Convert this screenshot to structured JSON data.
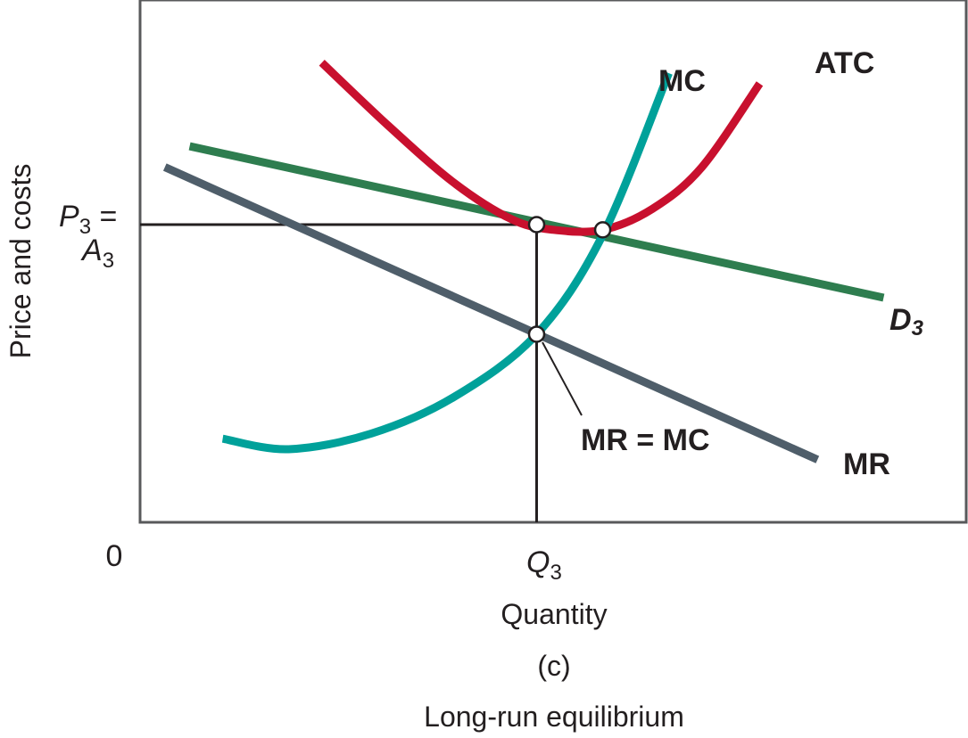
{
  "chart_data": {
    "type": "line",
    "title": "Long-run equilibrium",
    "panel_label": "(c)",
    "xlabel": "Quantity",
    "ylabel": "Price and costs",
    "origin_label": "0",
    "q_label": {
      "letter": "Q",
      "sub": "3"
    },
    "p_label": {
      "letter": "P",
      "sub": "3",
      "eq": " =",
      "letter2": "A",
      "sub2": "3"
    },
    "equilibrium_label": "MR = MC",
    "xlim": [
      0,
      10
    ],
    "ylim": [
      0,
      10
    ],
    "equilibrium": {
      "q": 4.8,
      "price": 5.7,
      "mr_mc": 3.6
    },
    "series": [
      {
        "name": "MC",
        "color": "#00a19a",
        "x": [
          1.0,
          1.8,
          2.8,
          3.8,
          4.8,
          5.6,
          6.4
        ],
        "y": [
          1.6,
          1.4,
          1.7,
          2.4,
          3.6,
          5.5,
          8.6
        ]
      },
      {
        "name": "ATC",
        "color": "#c8102e",
        "x": [
          2.2,
          3.0,
          3.8,
          4.5,
          5.0,
          5.6,
          6.2,
          6.8,
          7.5
        ],
        "y": [
          8.8,
          7.6,
          6.5,
          5.8,
          5.6,
          5.6,
          6.0,
          6.8,
          8.4
        ]
      },
      {
        "name": "D",
        "sub": "3",
        "color": "#2e7d4f",
        "x": [
          0.6,
          9.0
        ],
        "y": [
          7.2,
          4.3
        ]
      },
      {
        "name": "MR",
        "color": "#4f5e6a",
        "x": [
          0.3,
          8.2
        ],
        "y": [
          6.8,
          1.2
        ]
      }
    ]
  }
}
